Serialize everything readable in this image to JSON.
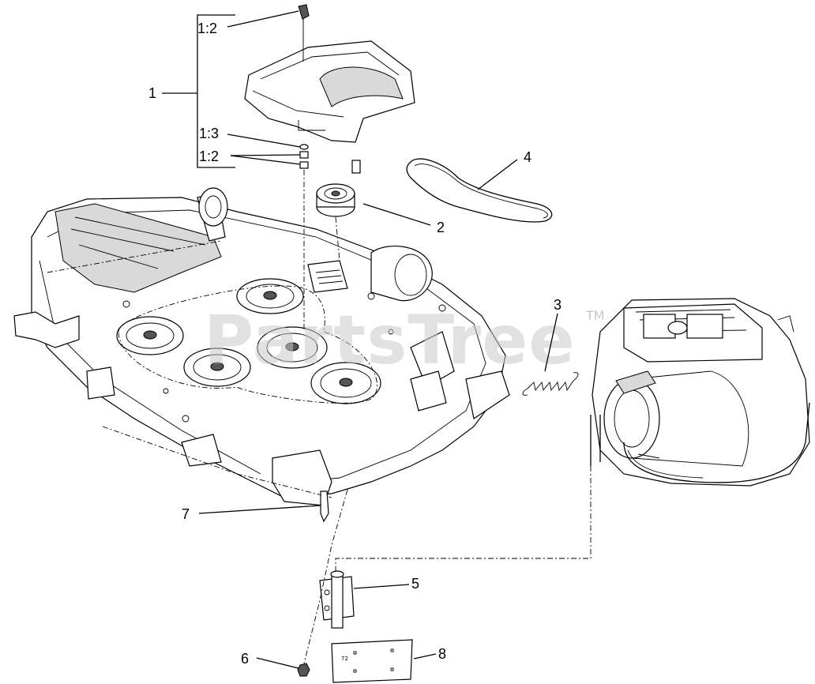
{
  "callouts": [
    {
      "id": "c-1-2-top",
      "text": "1:2"
    },
    {
      "id": "c-1",
      "text": "1"
    },
    {
      "id": "c-1-3",
      "text": "1:3"
    },
    {
      "id": "c-1-2-bottom",
      "text": "1:2"
    },
    {
      "id": "c-4",
      "text": "4"
    },
    {
      "id": "c-2",
      "text": "2"
    },
    {
      "id": "c-3",
      "text": "3"
    },
    {
      "id": "c-7",
      "text": "7"
    },
    {
      "id": "c-5",
      "text": "5"
    },
    {
      "id": "c-6",
      "text": "6"
    },
    {
      "id": "c-8",
      "text": "8"
    }
  ],
  "watermark": {
    "text": "PartsTree",
    "mark": "TM"
  },
  "decal_text": "72"
}
